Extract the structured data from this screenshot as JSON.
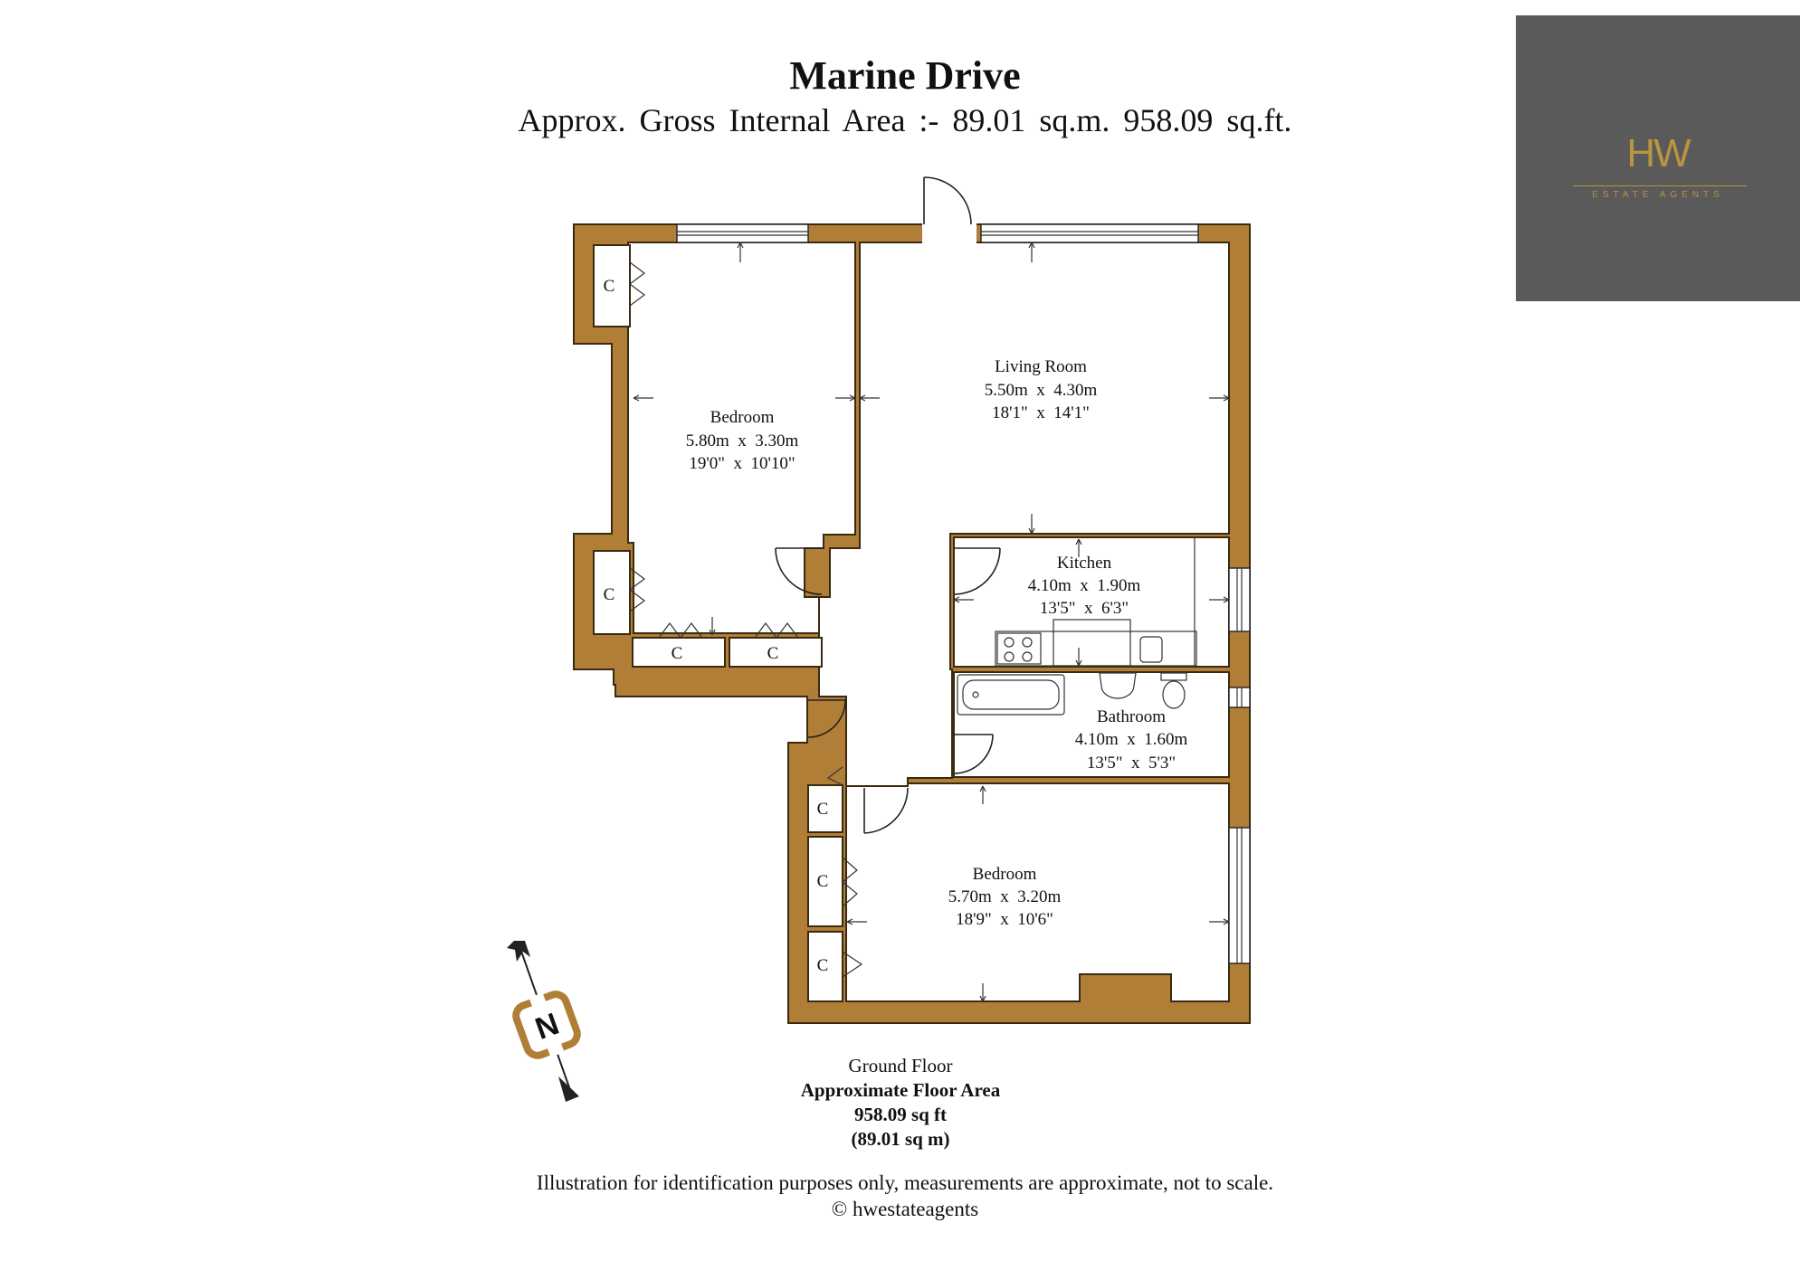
{
  "header": {
    "title": "Marine Drive",
    "subtitle": "Approx. Gross Internal Area :- 89.01 sq.m. 958.09 sq.ft."
  },
  "logo": {
    "monogram": "HW",
    "tagline": "ESTATE AGENTS",
    "background": "#5a5a5a",
    "accent": "#b8953e"
  },
  "rooms": {
    "bedroom1": {
      "name": "Bedroom",
      "metric": "5.80m  x  3.30m",
      "imperial": "19'0\"  x  10'10\""
    },
    "living": {
      "name": "Living Room",
      "metric": "5.50m  x  4.30m",
      "imperial": "18'1\"  x  14'1\""
    },
    "kitchen": {
      "name": "Kitchen",
      "metric": "4.10m  x  1.90m",
      "imperial": "13'5\"  x  6'3\""
    },
    "bathroom": {
      "name": "Bathroom",
      "metric": "4.10m  x  1.60m",
      "imperial": "13'5\"  x  5'3\""
    },
    "bedroom2": {
      "name": "Bedroom",
      "metric": "5.70m  x  3.20m",
      "imperial": "18'9\"  x  10'6\""
    }
  },
  "cupboard_label": "C",
  "compass_label": "N",
  "colors": {
    "wall": "#b17e37"
  },
  "footer": {
    "floor": "Ground Floor",
    "area_label": "Approximate Floor Area",
    "sqft": "958.09 sq ft",
    "sqm": "(89.01 sq m)",
    "disclaimer": "Illustration for identification purposes only, measurements are approximate, not to scale.",
    "copyright": "© hwestateagents"
  }
}
